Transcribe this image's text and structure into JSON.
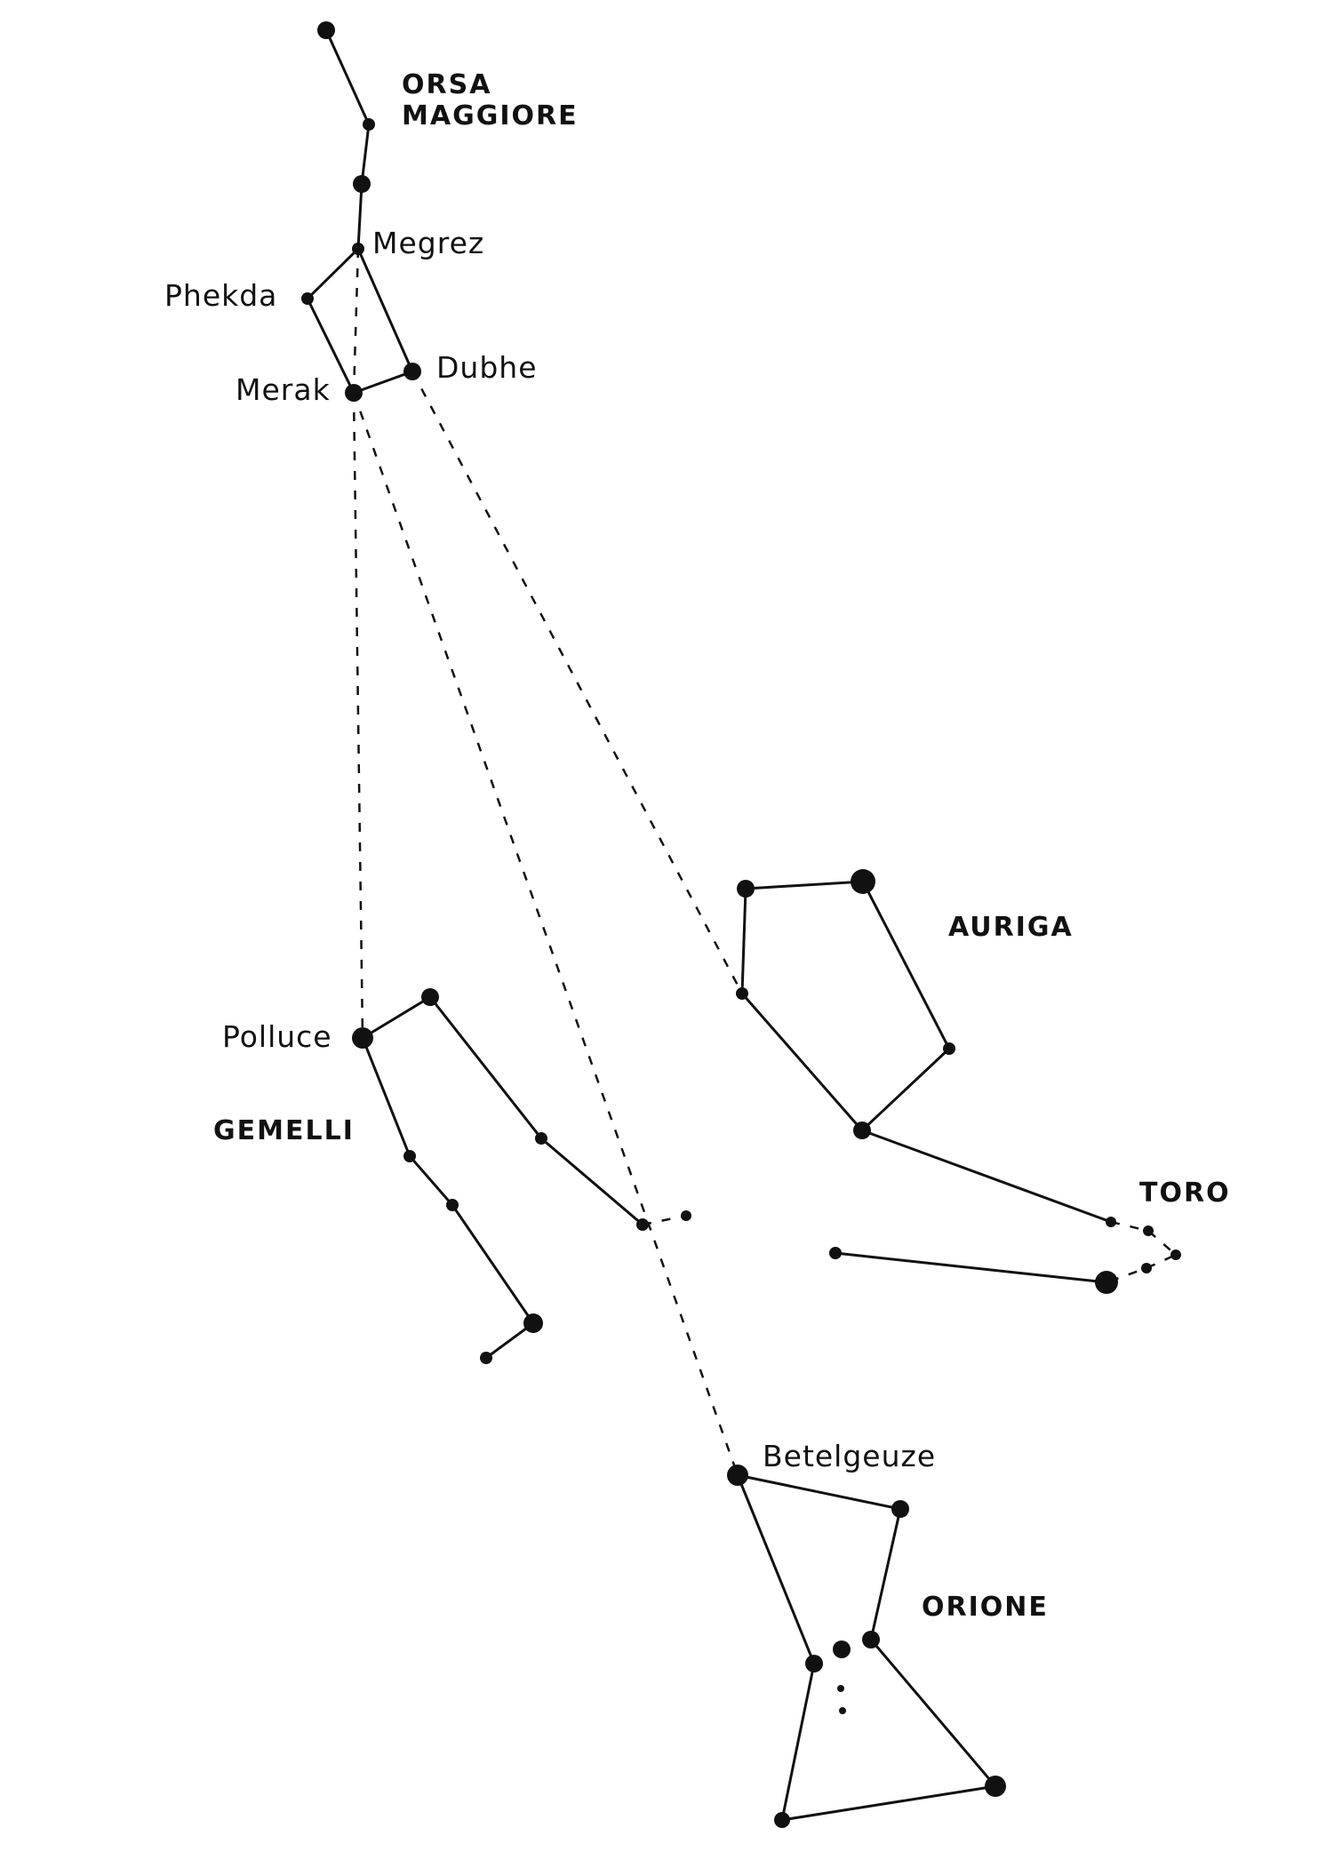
{
  "labels": {
    "orsa_1": "ORSA",
    "orsa_2": "MAGGIORE",
    "megrez": "Megrez",
    "phekda": "Phekda",
    "merak": "Merak",
    "dubhe": "Dubhe",
    "auriga": "AURIGA",
    "polluce": "Polluce",
    "gemelli": "GEMELLI",
    "toro": "TORO",
    "betelgeuze": "Betelgeuze",
    "orione": "ORIONE"
  },
  "colors": {
    "ink": "#111111",
    "background": "#ffffff"
  }
}
